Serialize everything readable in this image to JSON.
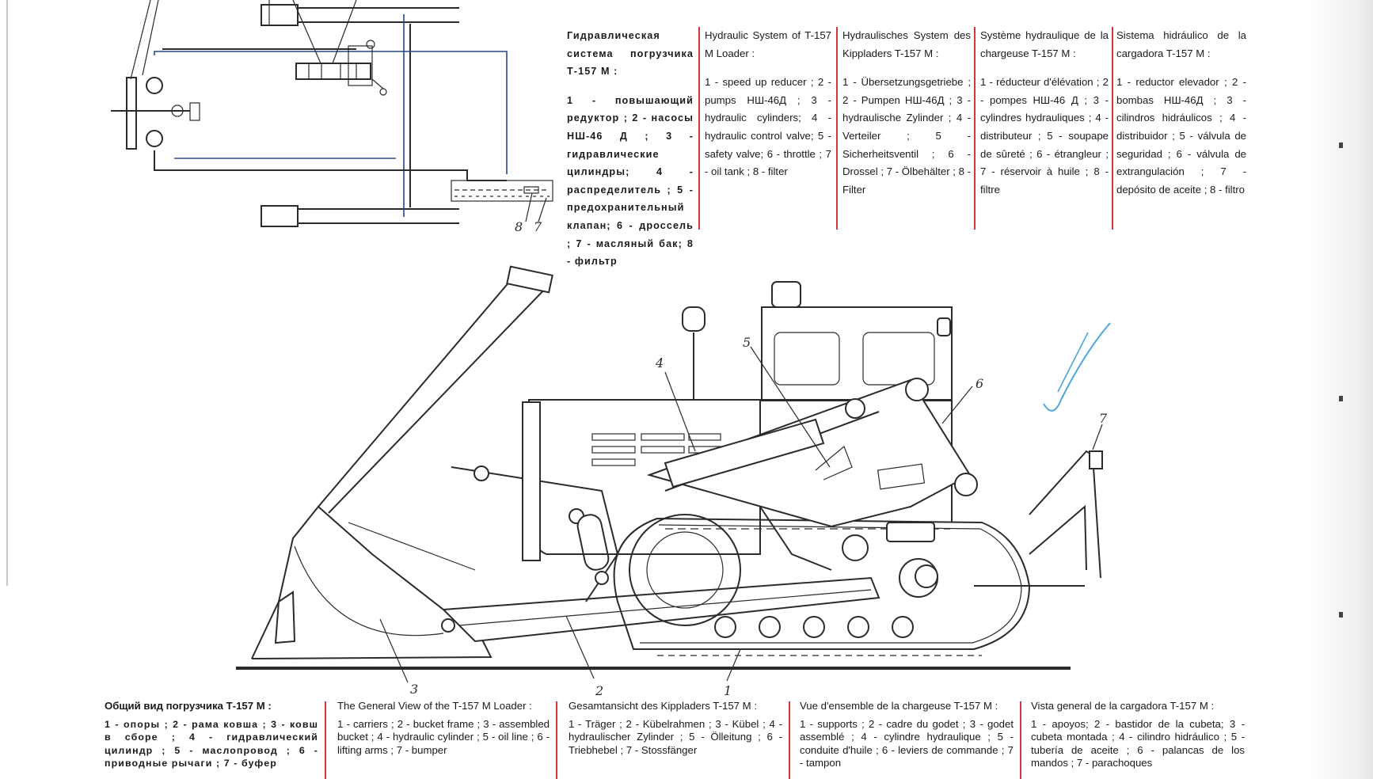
{
  "hydraulic_system": {
    "ru": {
      "title": "Гидравлическая система погрузчика Т-157 М :",
      "items": "1 - повышающий редуктор ; 2 - насосы НШ-46 Д ; 3 - гидравлические цилиндры; 4 - распределитель ; 5 - предохранительный клапан; 6 - дроссель ; 7 - масляный бак; 8 - фильтр"
    },
    "en": {
      "title": "Hydraulic System of T-157 M Loader :",
      "items": "1 - speed up reducer ; 2 - pumps НШ-46Д ; 3 - hydraulic cylinders; 4 - hydraulic control valve; 5 - safety valve; 6 - throttle ; 7 - oil tank ; 8 - filter"
    },
    "de": {
      "title": "Hydraulisches System des Kippladers T-157 M :",
      "items": "1 - Übersetzungsgetriebe ; 2 - Pumpen НШ-46Д ; 3 - hydraulische Zylinder ; 4 - Verteiler ; 5 - Sicherheitsventil ; 6 - Drossel ; 7 - Ölbehälter ; 8 - Filter"
    },
    "fr": {
      "title": "Système hydraulique de la chargeuse T-157 M :",
      "items": "1 - réducteur d'élévation ; 2 - pompes НШ-46 Д ; 3 - cylindres hydrauliques ; 4 - distributeur ; 5 - soupape de sûreté ; 6 - étrangleur ; 7 - réservoir à huile ; 8 - filtre"
    },
    "es": {
      "title": "Sistema hidráulico de la cargadora T-157 M :",
      "items": "1 - reductor elevador ; 2 - bombas НШ-46Д ; 3 - cilindros hidráulicos ; 4 - distribuidor ; 5 - válvula de seguridad ; 6 - válvula de extrangulación ; 7 - depósito de aceite ; 8 - filtro"
    }
  },
  "general_view": {
    "ru": {
      "title": "Общий вид погрузчика Т-157 М :",
      "items": "1 - опоры ; 2 - рама ковша ; 3 - ковш в сборе ; 4 - гидравлический цилиндр ; 5 - маслопровод ; 6 - приводные рычаги ; 7 - буфер"
    },
    "en": {
      "title": "The General View of the T-157 M Loader :",
      "items": "1 - carriers ; 2 - bucket frame ; 3 - assembled bucket ; 4 - hydraulic cylinder ; 5 - oil line ; 6 - lifting arms ; 7 - bumper"
    },
    "de": {
      "title": "Gesamtansicht des Kippladers T-157 M :",
      "items": "1 - Träger ; 2 - Kübelrahmen ; 3 - Kübel ; 4 - hydraulischer Zylinder ; 5 - Ölleitung ; 6 - Triebhebel ; 7 - Stossfänger"
    },
    "fr": {
      "title": "Vue d'ensemble de la chargeuse T-157 M :",
      "items": "1 - supports ; 2 - cadre du godet ; 3 - godet assemblé ; 4 - cylindre hydraulique ; 5 - conduite d'huile ; 6 - leviers de commande ; 7 - tampon"
    },
    "es": {
      "title": "Vista general de la cargadora T-157 M :",
      "items": "1 - apoyos; 2 - bastidor de la cubeta; 3 - cubeta montada ; 4 - cilindro hidráulico ; 5 - tubería de aceite ; 6 - palancas de los mandos ; 7 - parachoques"
    }
  },
  "callouts": {
    "schematic": [
      "8",
      "7"
    ],
    "loader": [
      "1",
      "2",
      "3",
      "4",
      "5",
      "6",
      "7"
    ]
  },
  "colors": {
    "separator": "#cc3a3a",
    "ink": "#2b2b2b",
    "blue_line": "#234a86",
    "handwritten_mark": "#4aa8d8"
  }
}
